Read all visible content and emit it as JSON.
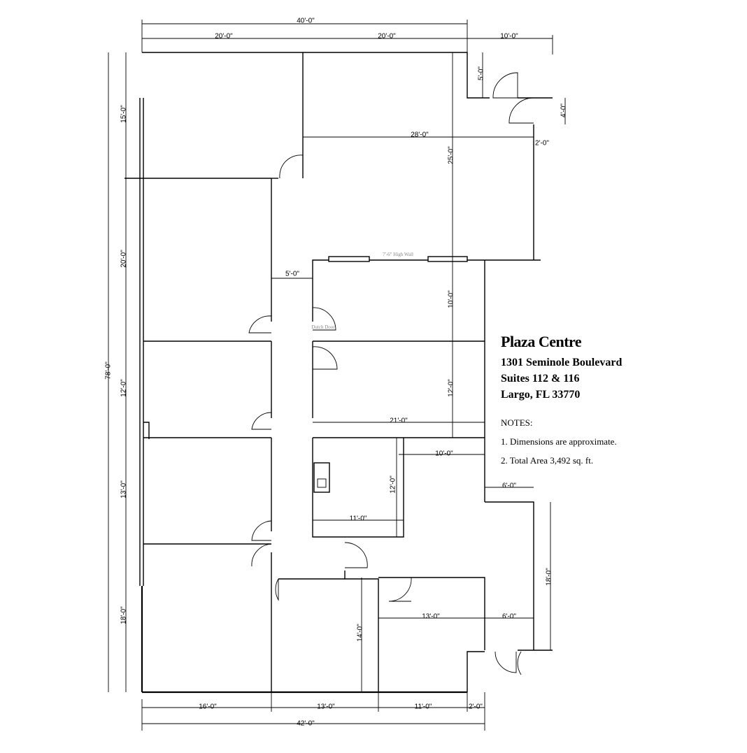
{
  "title_block": {
    "name": "Plaza Centre",
    "address": "1301 Seminole Boulevard",
    "suites": "Suites 112 & 116",
    "city": "Largo, FL 33770",
    "notes_heading": "NOTES:",
    "notes": [
      "1. Dimensions are approximate.",
      "2. Total Area 3,492 sq. ft."
    ]
  },
  "annotations": {
    "high_wall": "7'-6\" High Wall",
    "dutch_door": "Dutch Door"
  },
  "dimensions": [
    "40'-0\"",
    "20'-0\"",
    "20'-0\"",
    "10'-0\"",
    "5'-0\"",
    "4'-0\"",
    "2'-0\"",
    "28'-0\"",
    "25'-0\"",
    "15'-0\"",
    "20'-0\"",
    "78'-0\"",
    "5'-0\"",
    "10'-0\"",
    "12'-0\"",
    "12'-0\"",
    "21'-0\"",
    "10'-0\"",
    "12'-0\"",
    "13'-0\"",
    "11'-0\"",
    "6'-0\"",
    "18'-0\"",
    "13'-0\"",
    "6'-0\"",
    "14'-0\"",
    "18'-0\"",
    "16'-0\"",
    "13'-0\"",
    "11'-0\"",
    "2'-0\"",
    "42'-0\""
  ]
}
